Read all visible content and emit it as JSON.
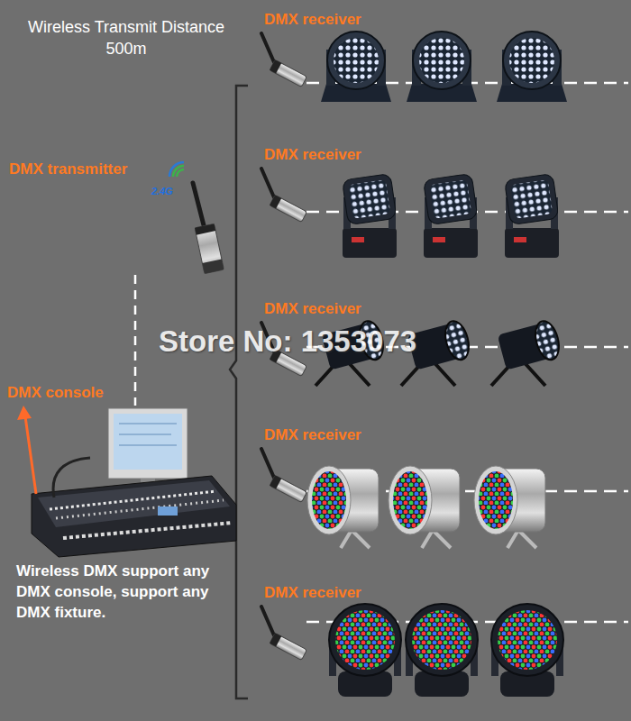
{
  "diagram": {
    "nodes": [
      {
        "text": [
          "DMX transmitter"
        ]
      },
      {
        "text": [
          "DMX console"
        ]
      },
      {
        "text": [
          "DMX receiver"
        ]
      },
      {
        "text": [
          "DMX receiver"
        ]
      },
      {
        "text": [
          "DMX receiver"
        ]
      },
      {
        "text": [
          "DMX receiver"
        ]
      },
      {
        "text": [
          "DMX receiver"
        ]
      }
    ],
    "edges": [
      {
        "from": 0,
        "to": 1,
        "arrow": "none"
      }
    ],
    "labels": [
      "Wireless Transmit Distance 500m",
      "2.4G",
      "Store No: 1353073",
      "Wireless DMX support any DMX console, support any DMX fixture."
    ]
  }
}
